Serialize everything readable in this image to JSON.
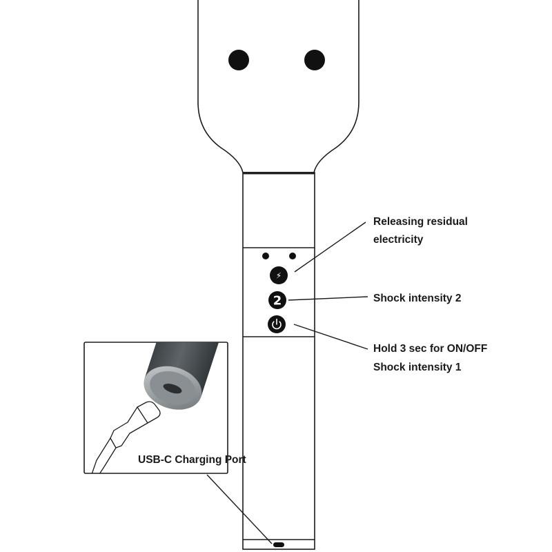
{
  "callouts": {
    "discharge": {
      "line1": "Releasing residual",
      "line2": "electricity"
    },
    "intensity2": {
      "text": "Shock intensity 2"
    },
    "power": {
      "line1": "Hold 3 sec for ON/OFF",
      "line2": "Shock intensity 1"
    },
    "usb_port": {
      "text": "USB-C Charging Port"
    }
  },
  "buttons": {
    "discharge_symbol": "⚡",
    "intensity2_symbol": "2",
    "power_symbol": "⏻"
  },
  "icons": {
    "discharge": "lightning-icon",
    "intensity2": "number-two-icon",
    "power": "power-icon",
    "usb_cable": "usb-c-cable-icon"
  },
  "colors": {
    "outline": "#1a1a1a",
    "button_fill": "#111111",
    "button_glyph": "#ffffff",
    "cap_body": "#4f5559",
    "cap_ring": "#8a8f93",
    "port_slot": "#2c2e30"
  }
}
